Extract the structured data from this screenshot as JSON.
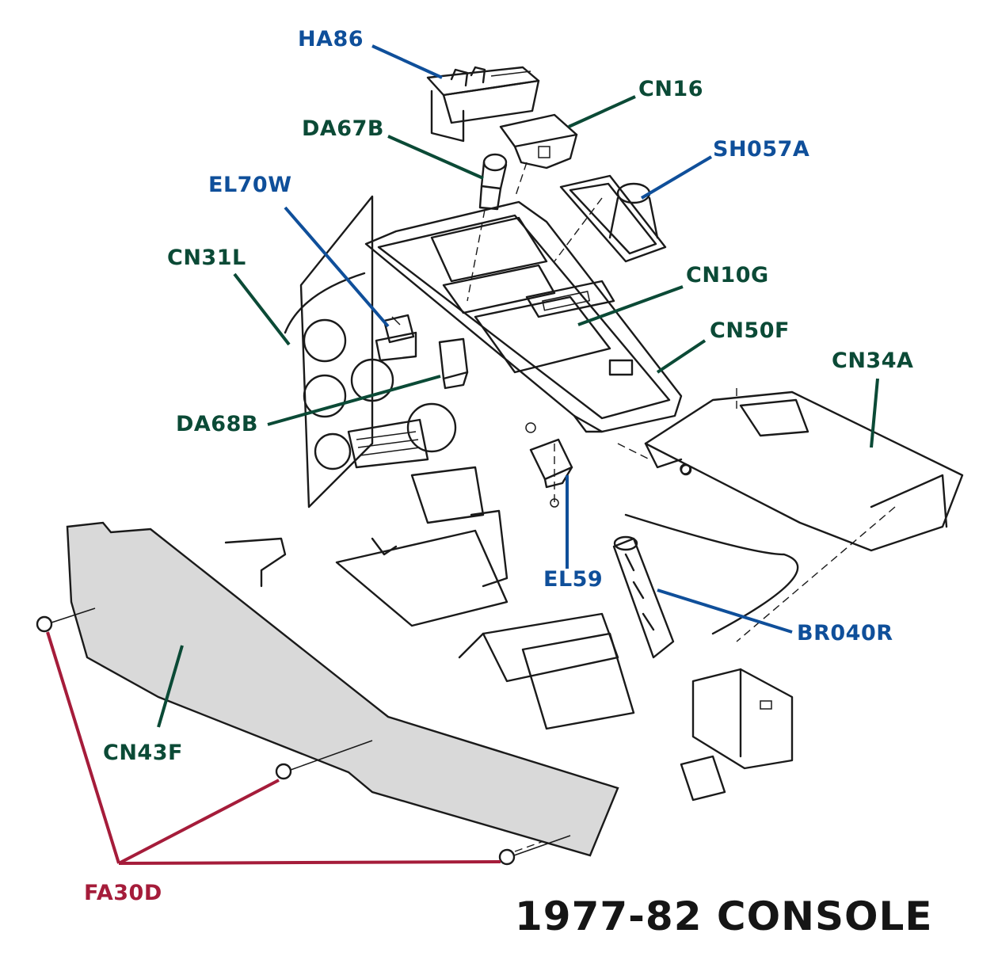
{
  "title": "1977-82 CONSOLE",
  "colors": {
    "green": "#0b4a36",
    "blue": "#0f4f9a",
    "red": "#a51c3a",
    "title": "#151515"
  },
  "labels": {
    "ha86": "HA86",
    "cn16": "CN16",
    "da67b": "DA67B",
    "sh057a": "SH057A",
    "el70w": "EL70W",
    "cn31l": "CN31L",
    "cn10g": "CN10G",
    "cn50f": "CN50F",
    "cn34a": "CN34A",
    "da68b": "DA68B",
    "el59": "EL59",
    "br040r": "BR040R",
    "cn43f": "CN43F",
    "fa30d": "FA30D"
  }
}
